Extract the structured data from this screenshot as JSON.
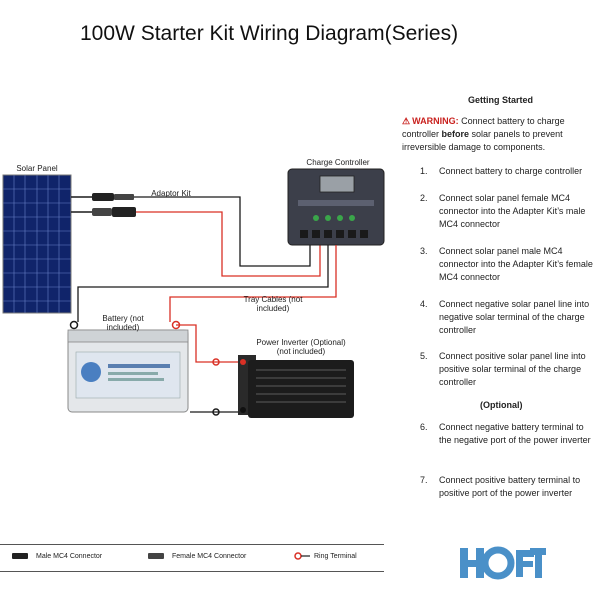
{
  "title": "100W Starter Kit Wiring Diagram(Series)",
  "labels": {
    "solar_panel": "Solar Panel",
    "adaptor_kit": "Adaptor Kit",
    "charge_controller": "Charge Controller",
    "tray_cables_1": "Tray Cables (not",
    "tray_cables_2": "included)",
    "battery_1": "Battery (not",
    "battery_2": "included)",
    "inverter_1": "Power Inverter (Optional)",
    "inverter_2": "(not included)"
  },
  "getting_started": {
    "title": "Getting Started",
    "warning_label": "WARNING:",
    "warning_pre": " Connect battery to charge controller ",
    "warning_bold": "before",
    "warning_post": " solar panels to prevent irreversible damage to components.",
    "optional_label": "(Optional)",
    "steps": [
      {
        "num": "1.",
        "text": "Connect battery to charge controller"
      },
      {
        "num": "2.",
        "text": "Connect solar panel female MC4 connector into the Adapter Kit’s male MC4 connector"
      },
      {
        "num": "3.",
        "text": "Connect solar panel male MC4 connector into the Adapter Kit’s female MC4 connector"
      },
      {
        "num": "4.",
        "text": "Connect negative solar panel line into negative solar terminal of the charge controller"
      },
      {
        "num": "5.",
        "text": "Connect positive solar panel line into positive solar terminal of the charge controller"
      },
      {
        "num": "6.",
        "text": "Connect negative battery terminal to the negative port of the power inverter"
      },
      {
        "num": "7.",
        "text": "Connect positive battery terminal to positive port of the power inverter"
      }
    ]
  },
  "legend": {
    "male": "Male MC4 Connector",
    "female": "Female MC4 Connector",
    "ring": "Ring Terminal"
  },
  "colors": {
    "positive_wire": "#d93025",
    "negative_wire": "#1a1a1a",
    "warning": "#c9211e",
    "logo": "#4a90c8"
  }
}
